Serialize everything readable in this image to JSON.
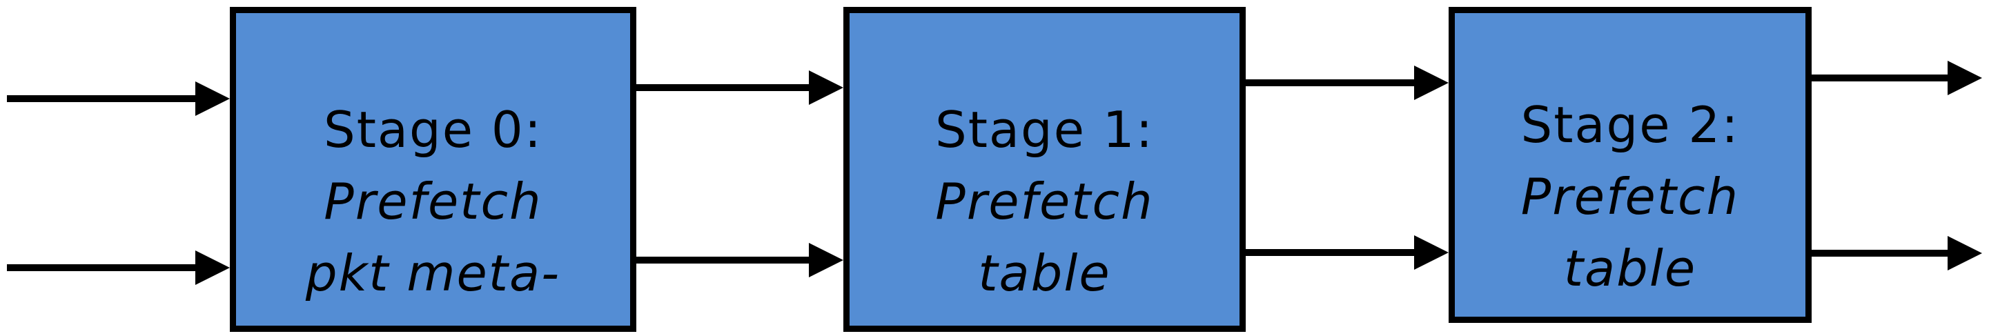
{
  "diagram": {
    "title": "pipeline-stages-flow-diagram",
    "colors": {
      "background": "#ffffff",
      "box_fill": "#548DD4",
      "box_border": "#000000",
      "arrow_color": "#000000",
      "text_color": "#000000"
    },
    "stages": [
      {
        "title": "Stage 0:",
        "subtitle_lines": [
          "Prefetch",
          "pkt meta-"
        ]
      },
      {
        "title": "Stage 1:",
        "subtitle_lines": [
          "Prefetch",
          "table"
        ]
      },
      {
        "title": "Stage 2:",
        "subtitle_lines": [
          "Prefetch",
          "table"
        ]
      }
    ],
    "arrows": {
      "input_count": 2,
      "between_count": 2,
      "output_count": 2
    }
  }
}
